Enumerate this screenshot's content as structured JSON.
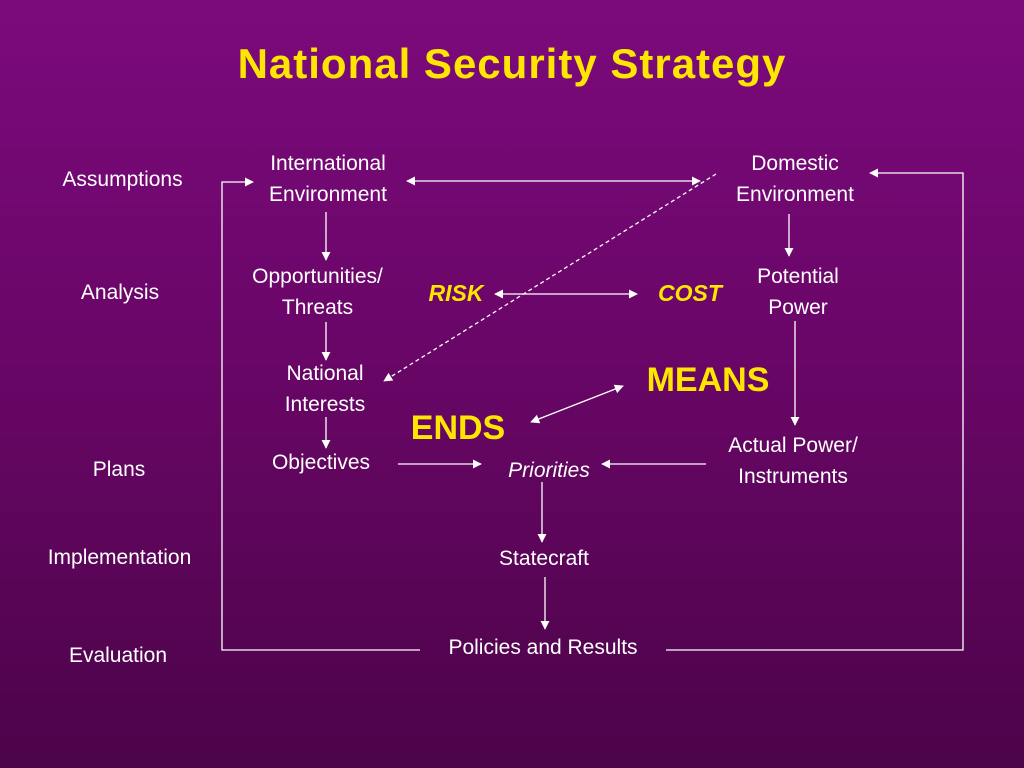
{
  "title": "National Security Strategy",
  "rows": {
    "assumptions": "Assumptions",
    "analysis": "Analysis",
    "plans": "Plans",
    "implementation": "Implementation",
    "evaluation": "Evaluation"
  },
  "nodes": {
    "international_environment": [
      "International",
      "Environment"
    ],
    "domestic_environment": [
      "Domestic",
      "Environment"
    ],
    "opportunities_threats": [
      "Opportunities/",
      "Threats"
    ],
    "potential_power": [
      "Potential",
      "Power"
    ],
    "national_interests": [
      "National",
      "Interests"
    ],
    "objectives": "Objectives",
    "priorities": "Priorities",
    "actual_power": [
      "Actual Power/",
      "Instruments"
    ],
    "statecraft": "Statecraft",
    "policies_results": "Policies and Results"
  },
  "labels": {
    "risk": "RISK",
    "cost": "COST",
    "means": "MEANS",
    "ends": "ENDS"
  },
  "colors": {
    "background_top": "#7c0a7c",
    "background_bottom": "#4c0449",
    "accent": "#ffe600",
    "text": "#ffffff"
  }
}
